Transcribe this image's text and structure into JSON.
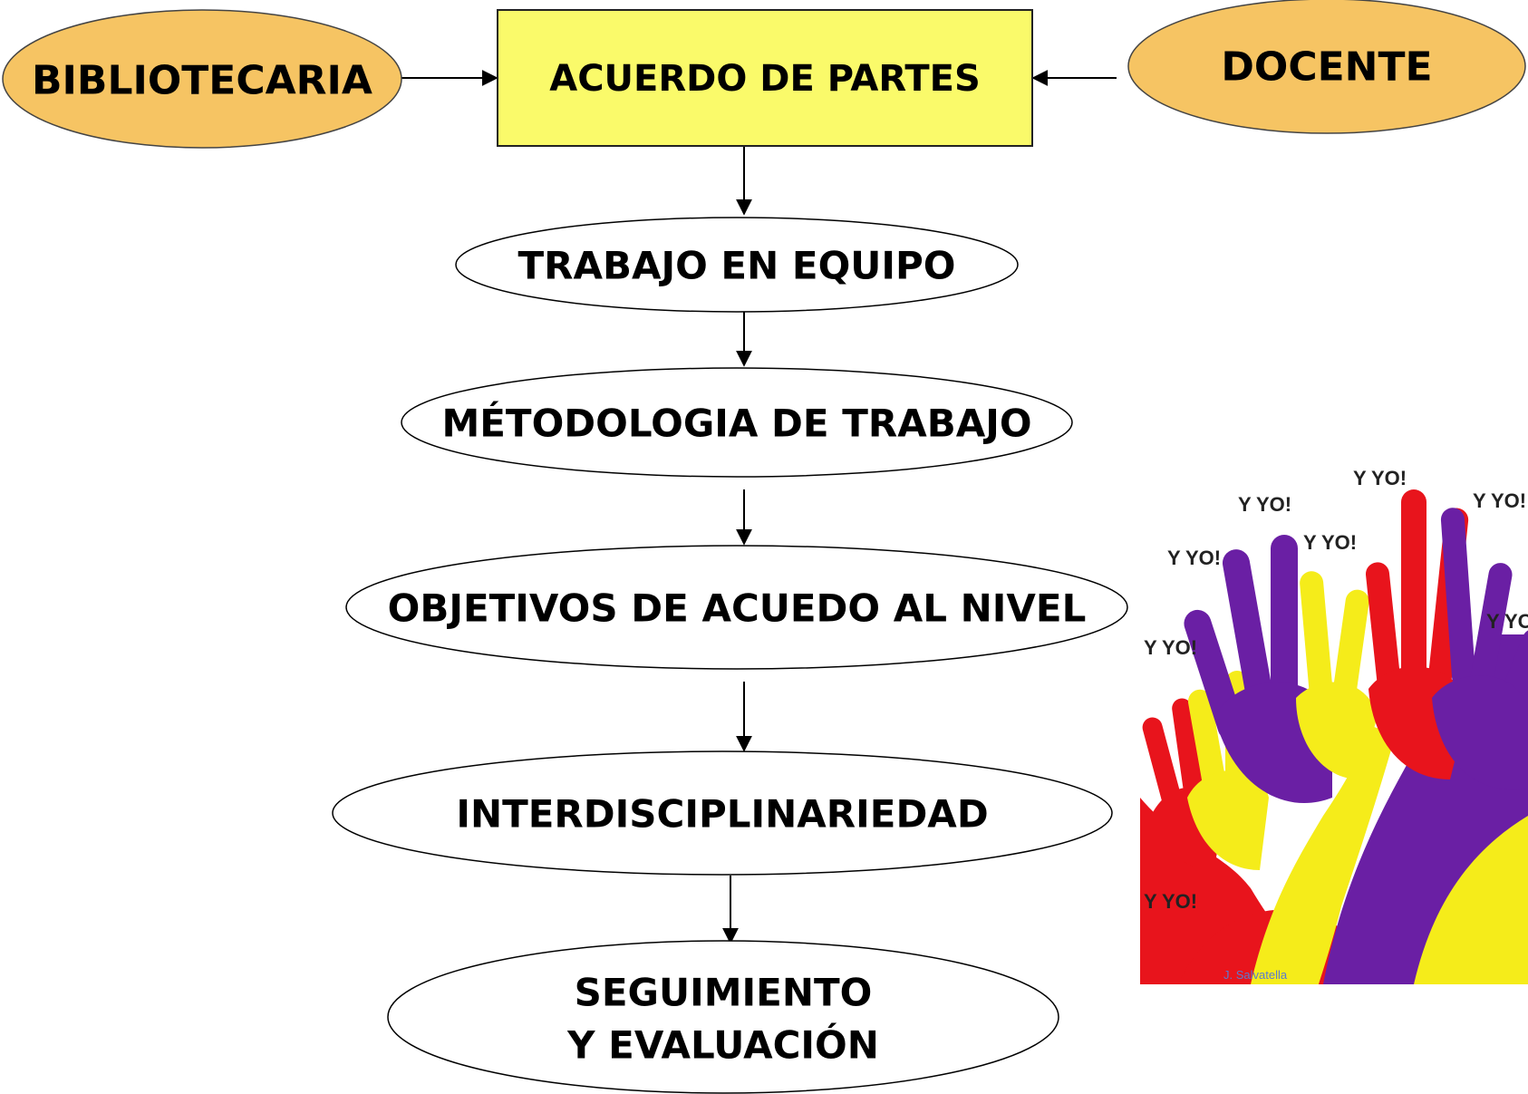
{
  "nodes": {
    "bibliotecaria": "BIBLIOTECARIA",
    "acuerdo": "ACUERDO DE PARTES",
    "docente": "DOCENTE",
    "trabajo_equipo": "TRABAJO EN EQUIPO",
    "metodologia": "MÉTODOLOGIA DE TRABAJO",
    "objetivos": "OBJETIVOS DE ACUEDO AL NIVEL",
    "interdisciplinariedad": "INTERDISCIPLINARIEDAD",
    "seguimiento_line1": "SEGUIMIENTO",
    "seguimiento_line2": "Y EVALUACIÓN"
  },
  "illustration": {
    "hand_caption": "Y YO!",
    "signature": "J. Salvatella"
  },
  "colors": {
    "role_fill": "#f6c463",
    "agreement_fill": "#fafa6a",
    "step_fill": "#ffffff",
    "hand_red": "#e8141c",
    "hand_purple": "#6a1fa4",
    "hand_yellow": "#f5ec1a"
  }
}
